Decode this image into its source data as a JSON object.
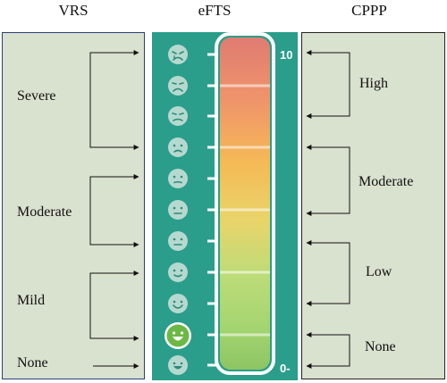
{
  "columns": {
    "vrs": {
      "title": "VRS",
      "levels": [
        "Severe",
        "Moderate",
        "Mild",
        "None"
      ]
    },
    "efts": {
      "title": "eFTS",
      "scale_top": "10",
      "scale_bottom": "0-",
      "faces": [
        {
          "expression": "crying-face-icon"
        },
        {
          "expression": "very-sad-face-icon"
        },
        {
          "expression": "sad-face-icon"
        },
        {
          "expression": "frowning-face-icon"
        },
        {
          "expression": "slightly-frowning-face-icon"
        },
        {
          "expression": "neutral-face-icon"
        },
        {
          "expression": "neutral-face-icon"
        },
        {
          "expression": "slight-smile-face-icon"
        },
        {
          "expression": "smiling-face-icon"
        },
        {
          "expression": "grinning-face-icon",
          "selected": true
        },
        {
          "expression": "happy-face-icon"
        }
      ],
      "colors": {
        "panel": "#2a9e8a",
        "face": "#b6d9cf",
        "selected": "#6cb845"
      }
    },
    "cppp": {
      "title": "CPPP",
      "levels": [
        "High",
        "Moderate",
        "Low",
        "None"
      ]
    }
  }
}
